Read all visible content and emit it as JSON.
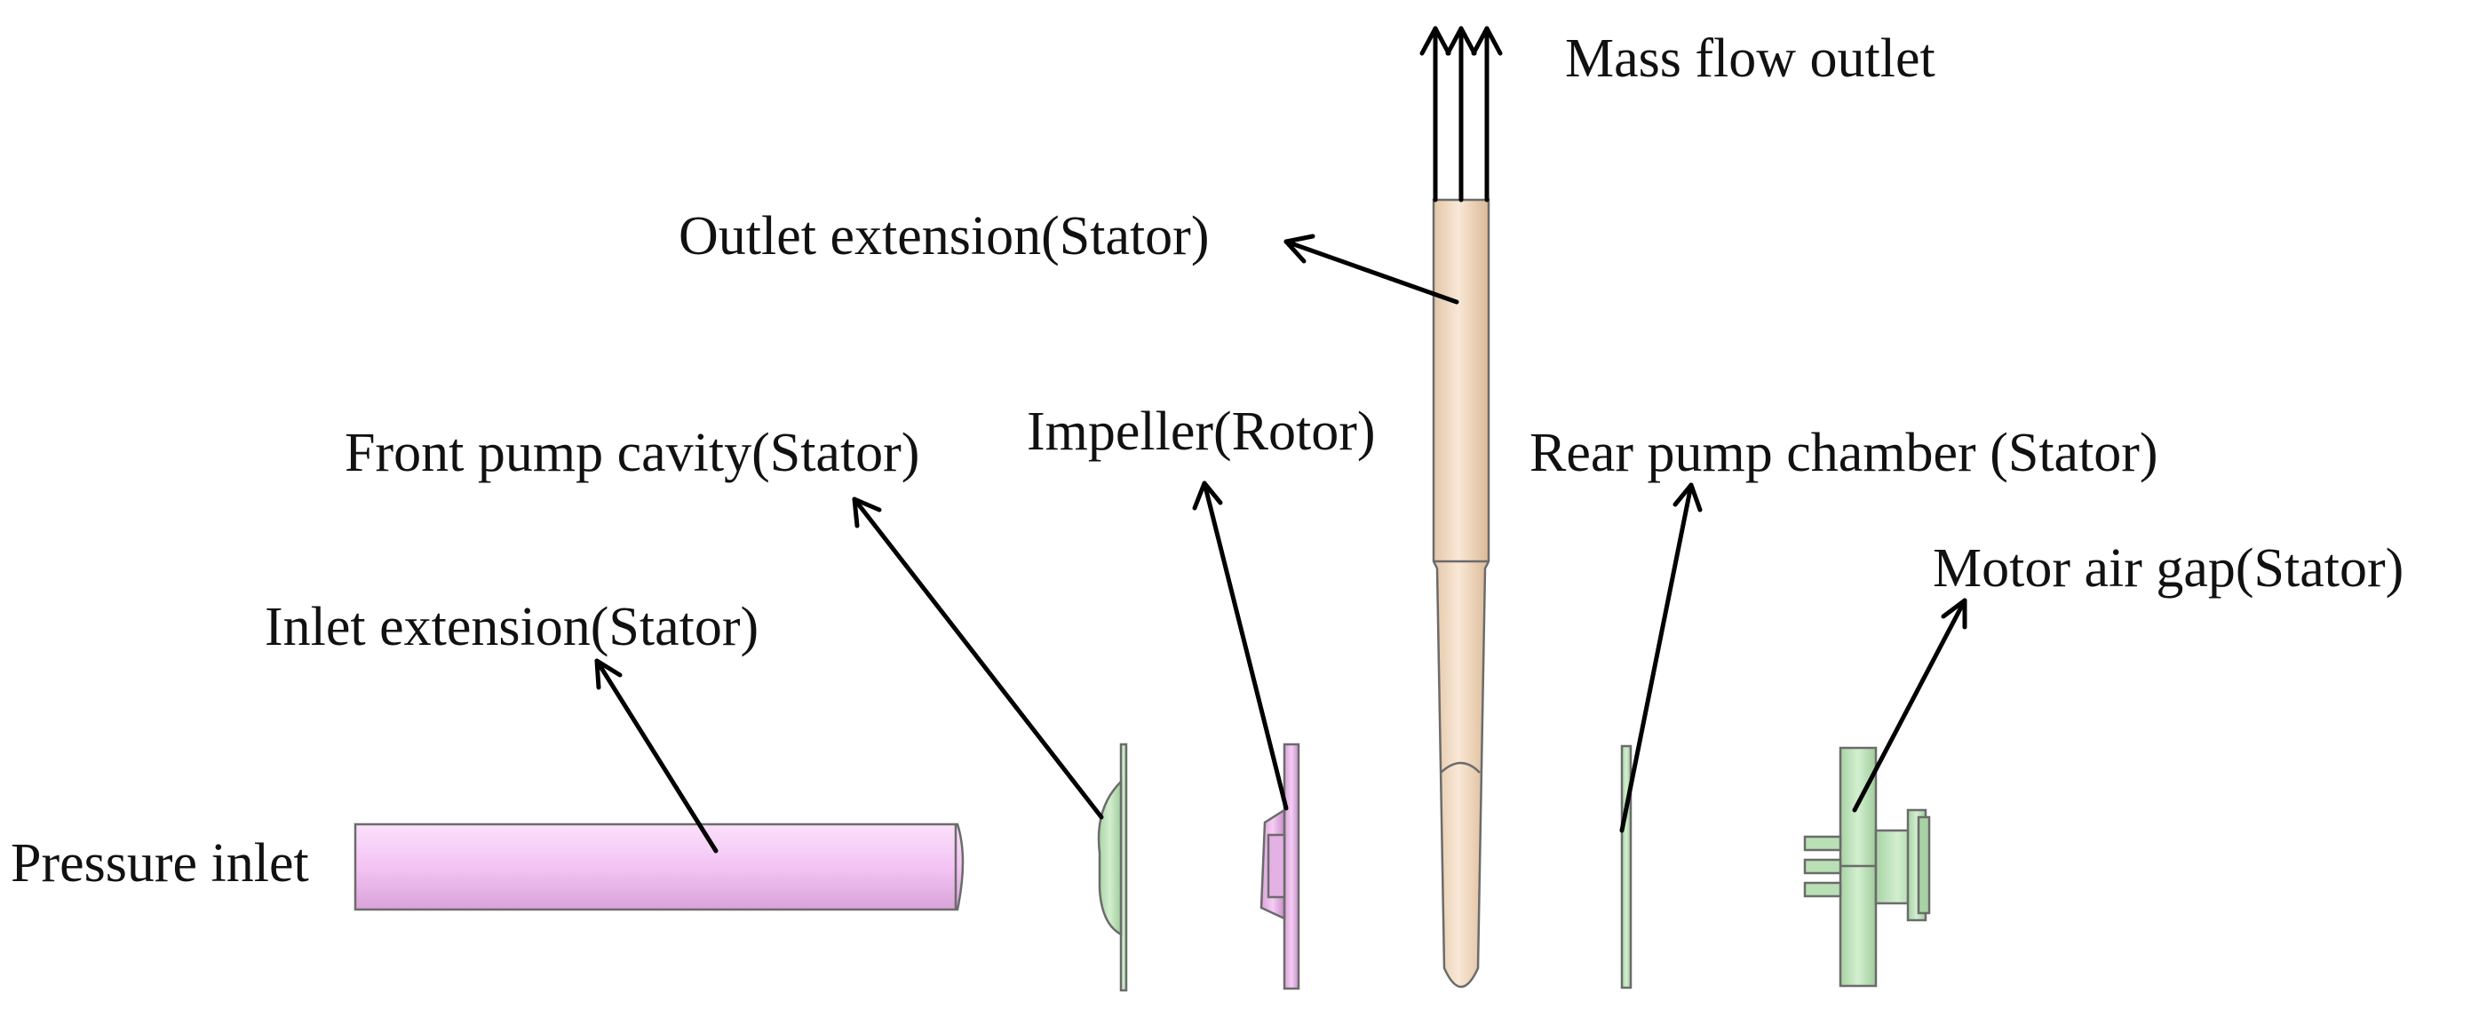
{
  "labels": {
    "mass_flow_outlet": "Mass flow outlet",
    "outlet_extension": "Outlet extension(Stator)",
    "front_pump_cavity": "Front pump cavity(Stator)",
    "impeller": "Impeller(Rotor)",
    "rear_pump_chamber": "Rear pump chamber (Stator)",
    "motor_air_gap": "Motor air gap(Stator)",
    "inlet_extension": "Inlet extension(Stator)",
    "pressure_inlet": "Pressure inlet"
  },
  "colors": {
    "rotor": "#f3c8f3",
    "stator_green": "#c4e8c0",
    "outlet_tube": "#f4dfc9",
    "arrow": "#000000",
    "background": "#ffffff"
  }
}
